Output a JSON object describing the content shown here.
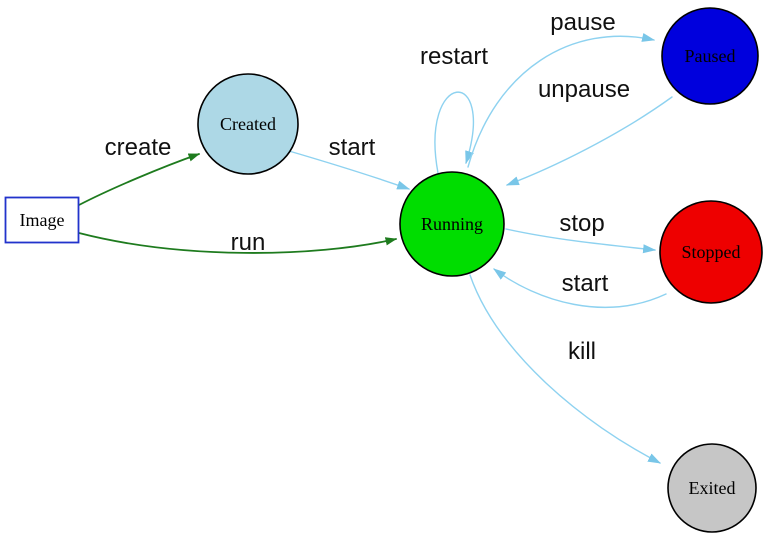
{
  "diagram": {
    "type": "state-diagram",
    "colors": {
      "background": "#ffffff",
      "edge_blue": "#8ed2f0",
      "arrow_blue": "#79c6e8",
      "edge_green": "#1e7b1e",
      "node_border": "#000000",
      "image_border": "#2233cc",
      "label_color": "#111111"
    },
    "nodes": {
      "image": {
        "label": "Image",
        "shape": "rectangle",
        "fill": "#ffffff"
      },
      "created": {
        "label": "Created",
        "shape": "circle",
        "fill": "#add8e6"
      },
      "running": {
        "label": "Running",
        "shape": "circle",
        "fill": "#00dd00"
      },
      "paused": {
        "label": "Paused",
        "shape": "circle",
        "fill": "#0000dd"
      },
      "stopped": {
        "label": "Stopped",
        "shape": "circle",
        "fill": "#ee0000"
      },
      "exited": {
        "label": "Exited",
        "shape": "circle",
        "fill": "#c6c6c6"
      }
    },
    "edges": {
      "create": {
        "label": "create",
        "from": "Image",
        "to": "Created",
        "color": "#1e7b1e"
      },
      "run": {
        "label": "run",
        "from": "Image",
        "to": "Running",
        "color": "#1e7b1e"
      },
      "start_created": {
        "label": "start",
        "from": "Created",
        "to": "Running",
        "color": "#8ed2f0"
      },
      "restart": {
        "label": "restart",
        "from": "Running",
        "to": "Running",
        "color": "#8ed2f0"
      },
      "pause": {
        "label": "pause",
        "from": "Running",
        "to": "Paused",
        "color": "#8ed2f0"
      },
      "unpause": {
        "label": "unpause",
        "from": "Paused",
        "to": "Running",
        "color": "#8ed2f0"
      },
      "stop": {
        "label": "stop",
        "from": "Running",
        "to": "Stopped",
        "color": "#8ed2f0"
      },
      "start_stopped": {
        "label": "start",
        "from": "Stopped",
        "to": "Running",
        "color": "#8ed2f0"
      },
      "kill": {
        "label": "kill",
        "from": "Running",
        "to": "Exited",
        "color": "#8ed2f0"
      }
    }
  }
}
